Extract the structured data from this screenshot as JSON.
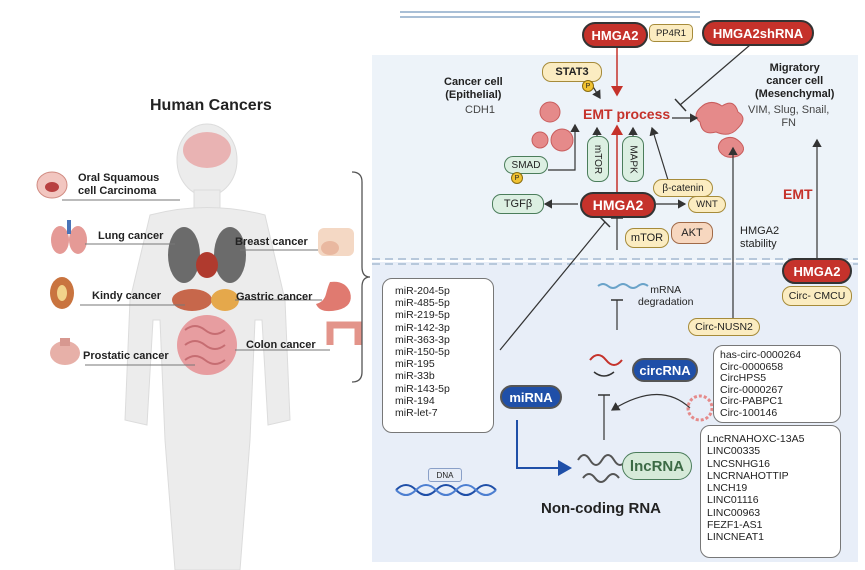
{
  "left_panel": {
    "title": "Human Cancers",
    "cancers": {
      "oral": "Oral Squamous\ncell Carcinoma",
      "lung": "Lung cancer",
      "breast": "Breast cancer",
      "kidney": "Kindy cancer",
      "gastric": "Gastric cancer",
      "colon": "Colon cancer",
      "prostate": "Prostatic cancer"
    }
  },
  "cell": {
    "epithelial_label": "Cancer cell\n(Epithelial)",
    "epithelial_marker": "CDH1",
    "mesenchymal_label": "Migratory\ncancer cell\n(Mesenchymal)",
    "mesenchymal_markers": "VIM, Slug, Snail,\nFN",
    "emt_process": "EMT process",
    "emt": "EMT",
    "hmga2_stability": "HMGA2\nstability"
  },
  "nodes": {
    "hmga2_top": "HMGA2",
    "pp4r1": "PP4R1",
    "hmga2_shrna": "HMGA2shRNA",
    "stat3": "STAT3",
    "p": "P",
    "smad": "SMAD",
    "mtor_vertical": "mTOR",
    "mapk": "MAPK",
    "beta_catenin": "β-catenin",
    "tgfb": "TGFβ",
    "hmga2_center": "HMGA2",
    "wnt": "WNT",
    "mtor": "mTOR",
    "akt": "AKT",
    "hmga2_right": "HMGA2",
    "circ_cmcu": "Circ- CMCU",
    "circ_nusn2": "Circ-NUSN2",
    "mrna_degradation": "mRNA\ndegradation",
    "circrna": "circRNA",
    "mirna": "miRNA",
    "lncrna": "lncRNA",
    "dna": "DNA",
    "noncoding": "Non-coding RNA"
  },
  "mirna_list": [
    "miR-204-5p",
    "miR-485-5p",
    "miR-219-5p",
    "miR-142-3p",
    "miR-363-3p",
    "miR-150-5p",
    "miR-195",
    "miR-33b",
    "miR-143-5p",
    "miR-194",
    "miR-let-7"
  ],
  "circ_list": [
    "has-circ-0000264",
    "Circ-0000658",
    "CircHPS5",
    "Circ-0000267",
    "Circ-PABPC1",
    "Circ-100146"
  ],
  "lnc_list": [
    "LncRNAHOXC-13A5",
    "LINC00335",
    "LNCSNHG16",
    "LNCRNAHOTTIP",
    "LNCH19",
    "LINC01116",
    "LINC00963",
    "FEZF1-AS1",
    "LINCNEAT1"
  ],
  "colors": {
    "red": "#c5322b",
    "blue": "#1f4fa8",
    "green": "#dcefe2",
    "yellow": "#fbecc1"
  }
}
